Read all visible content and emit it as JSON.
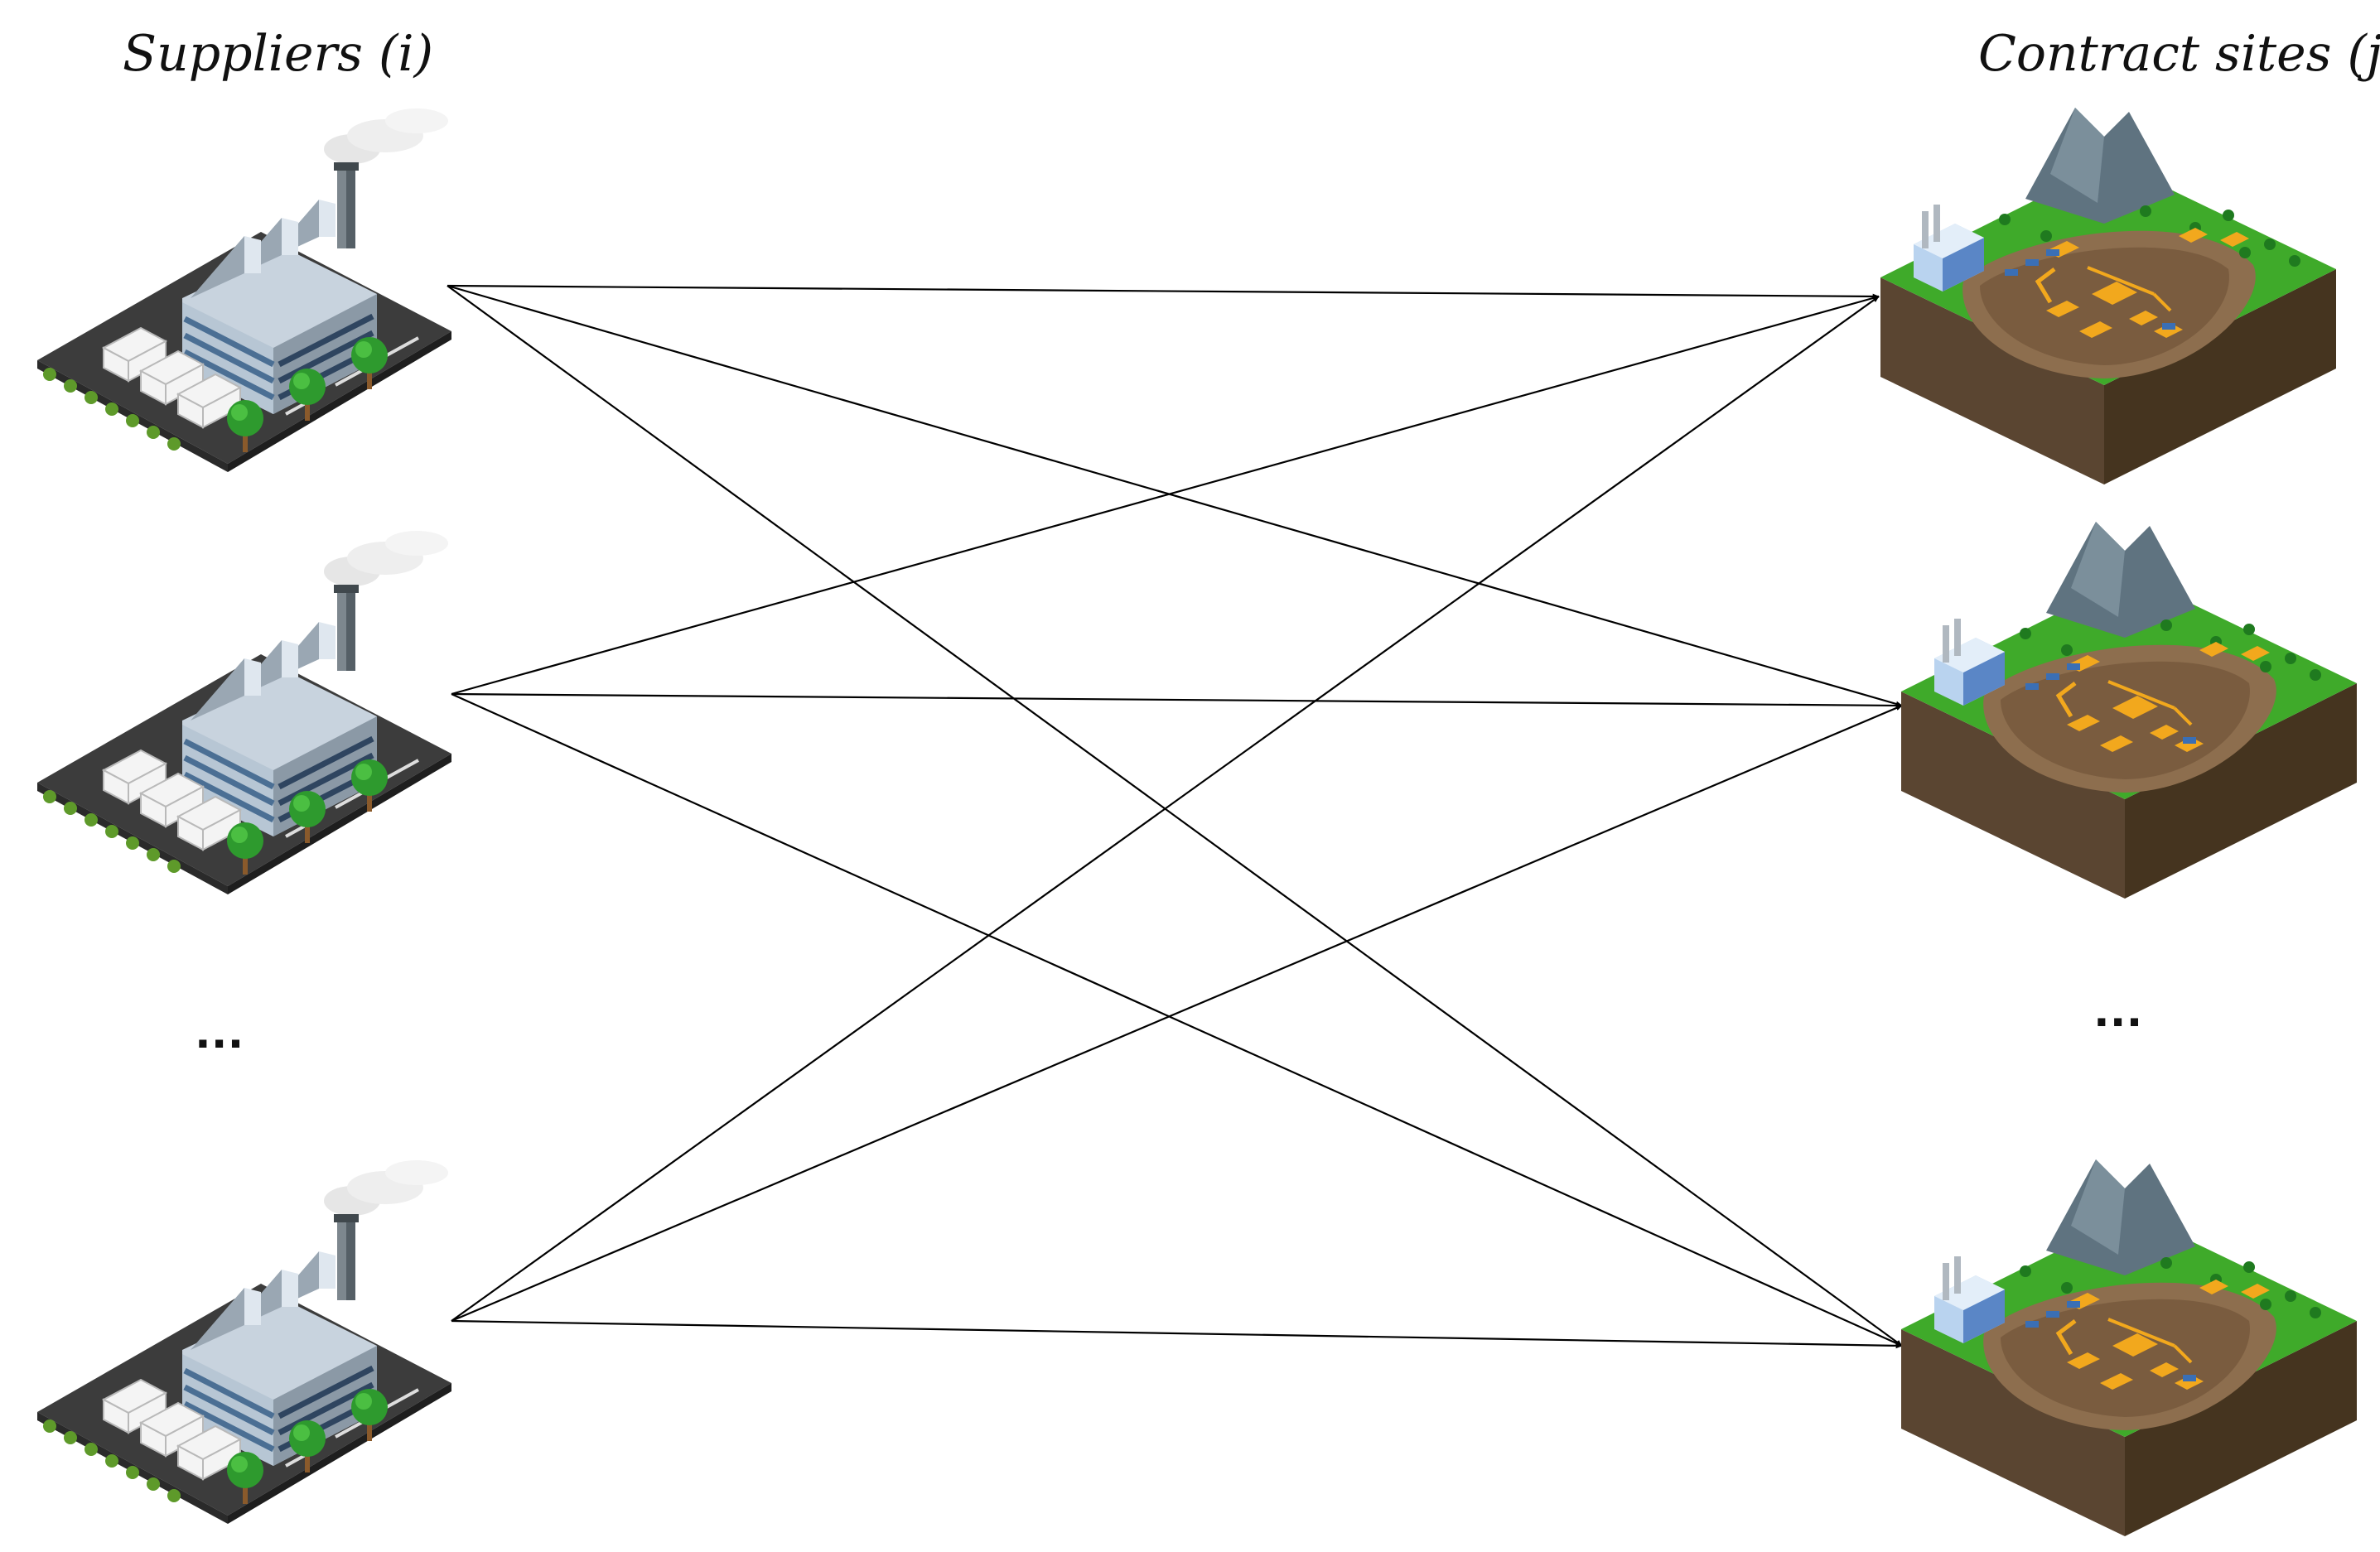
{
  "headings": {
    "suppliers": "Suppliers (i)",
    "contract_sites": "Contract sites (j)"
  },
  "ellipsis": {
    "suppliers": "...",
    "contract_sites": "..."
  },
  "suppliers": [
    {
      "icon": "factory-icon"
    },
    {
      "icon": "factory-icon"
    },
    {
      "icon": "factory-icon"
    }
  ],
  "contract_sites": [
    {
      "icon": "mine-site-icon"
    },
    {
      "icon": "mine-site-icon"
    },
    {
      "icon": "mine-site-icon"
    }
  ],
  "connections": "every supplier to every contract site",
  "colors": {
    "arrow": "#000000",
    "grass": "#3faa2a",
    "soil": "#5a4531",
    "pit": "#8d6e4e",
    "rock": "#5f7380",
    "factory": "#9fb7cc",
    "machinery": "#f2a81d",
    "truck": "#f1f1f1",
    "tree": "#2e9a2e"
  }
}
